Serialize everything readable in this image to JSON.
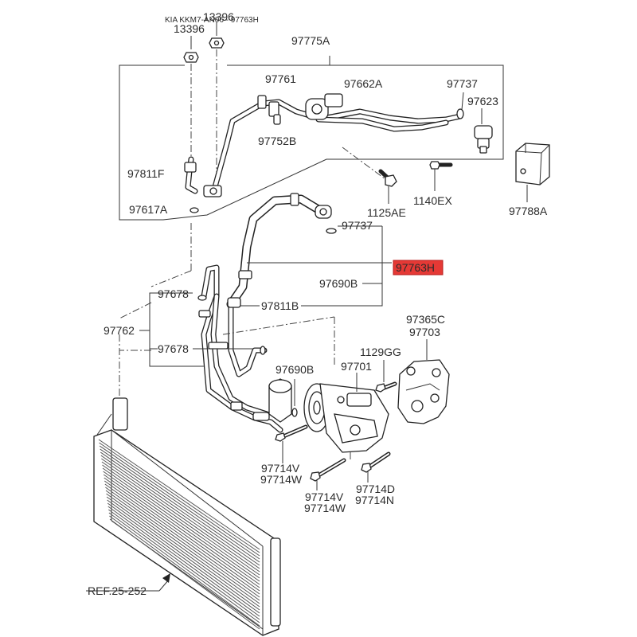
{
  "header": {
    "title": "KIA KKM7-AN06 - 97763H"
  },
  "highlight_color": "#e53935",
  "parts": {
    "nut_a": "13396",
    "nut_b": "13396",
    "hose_assembly": "97775A",
    "pipe_suction": "97761",
    "pipe_liquid": "97662A",
    "o_ring_top": "97737",
    "cap": "97623",
    "clip_top": "97752B",
    "hose_f": "97811F",
    "o_ring_left": "97617A",
    "bolt_a": "1125AE",
    "bolt_b": "1140EX",
    "sensor": "97788A",
    "o_ring_mid": "97737",
    "discharge_hose": "97763H",
    "o_ring_b": "97690B",
    "hose_b": "97811B",
    "clip_upper": "97678",
    "pipe_group": "97762",
    "clip_lower": "97678",
    "o_ring_c": "97690B",
    "compressor": "97701",
    "bracket_a": "97365C",
    "bracket_b": "97703",
    "bolt_c": "1129GG",
    "bolt_v": "97714V",
    "bolt_w": "97714W",
    "bolt_v2": "97714V",
    "bolt_w2": "97714W",
    "bolt_d": "97714D",
    "bolt_n": "97714N",
    "ref": "REF.25-252"
  }
}
